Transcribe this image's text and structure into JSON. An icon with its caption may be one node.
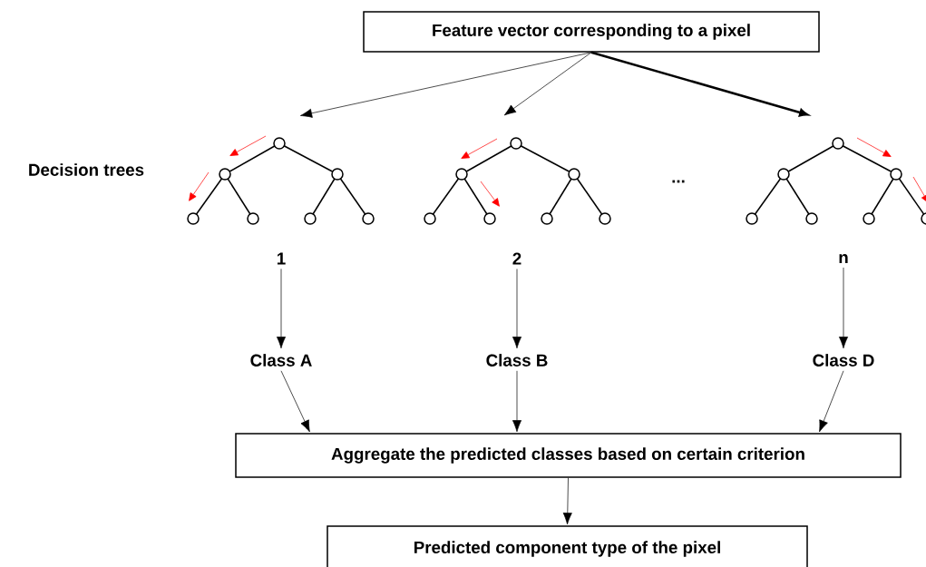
{
  "diagram": {
    "nodes": [
      {
        "text": [
          "Feature vector corresponding to a pixel"
        ]
      },
      {
        "text": [],
        "shape": "tree"
      },
      {
        "text": [],
        "shape": "tree"
      },
      {
        "text": [],
        "shape": "tree"
      },
      {
        "text": [
          "1"
        ]
      },
      {
        "text": [
          "2"
        ]
      },
      {
        "text": [
          "n"
        ]
      },
      {
        "text": [
          "Class A"
        ]
      },
      {
        "text": [
          "Class B"
        ]
      },
      {
        "text": [
          "Class D"
        ]
      },
      {
        "text": [
          "Aggregate the predicted classes based on certain criterion"
        ]
      },
      {
        "text": [
          "Predicted component type of the pixel"
        ]
      }
    ],
    "edges": [
      {
        "from": 0,
        "to": 1,
        "arrow": "to"
      },
      {
        "from": 0,
        "to": 2,
        "arrow": "to"
      },
      {
        "from": 0,
        "to": 3,
        "arrow": "to",
        "style": "thick"
      },
      {
        "from": 4,
        "to": 7,
        "arrow": "to"
      },
      {
        "from": 5,
        "to": 8,
        "arrow": "to"
      },
      {
        "from": 6,
        "to": 9,
        "arrow": "to"
      },
      {
        "from": 7,
        "to": 10,
        "arrow": "to"
      },
      {
        "from": 8,
        "to": 10,
        "arrow": "to"
      },
      {
        "from": 9,
        "to": 10,
        "arrow": "to"
      },
      {
        "from": 10,
        "to": 11,
        "arrow": "to"
      }
    ],
    "labels": [
      "Decision trees",
      "..."
    ]
  }
}
